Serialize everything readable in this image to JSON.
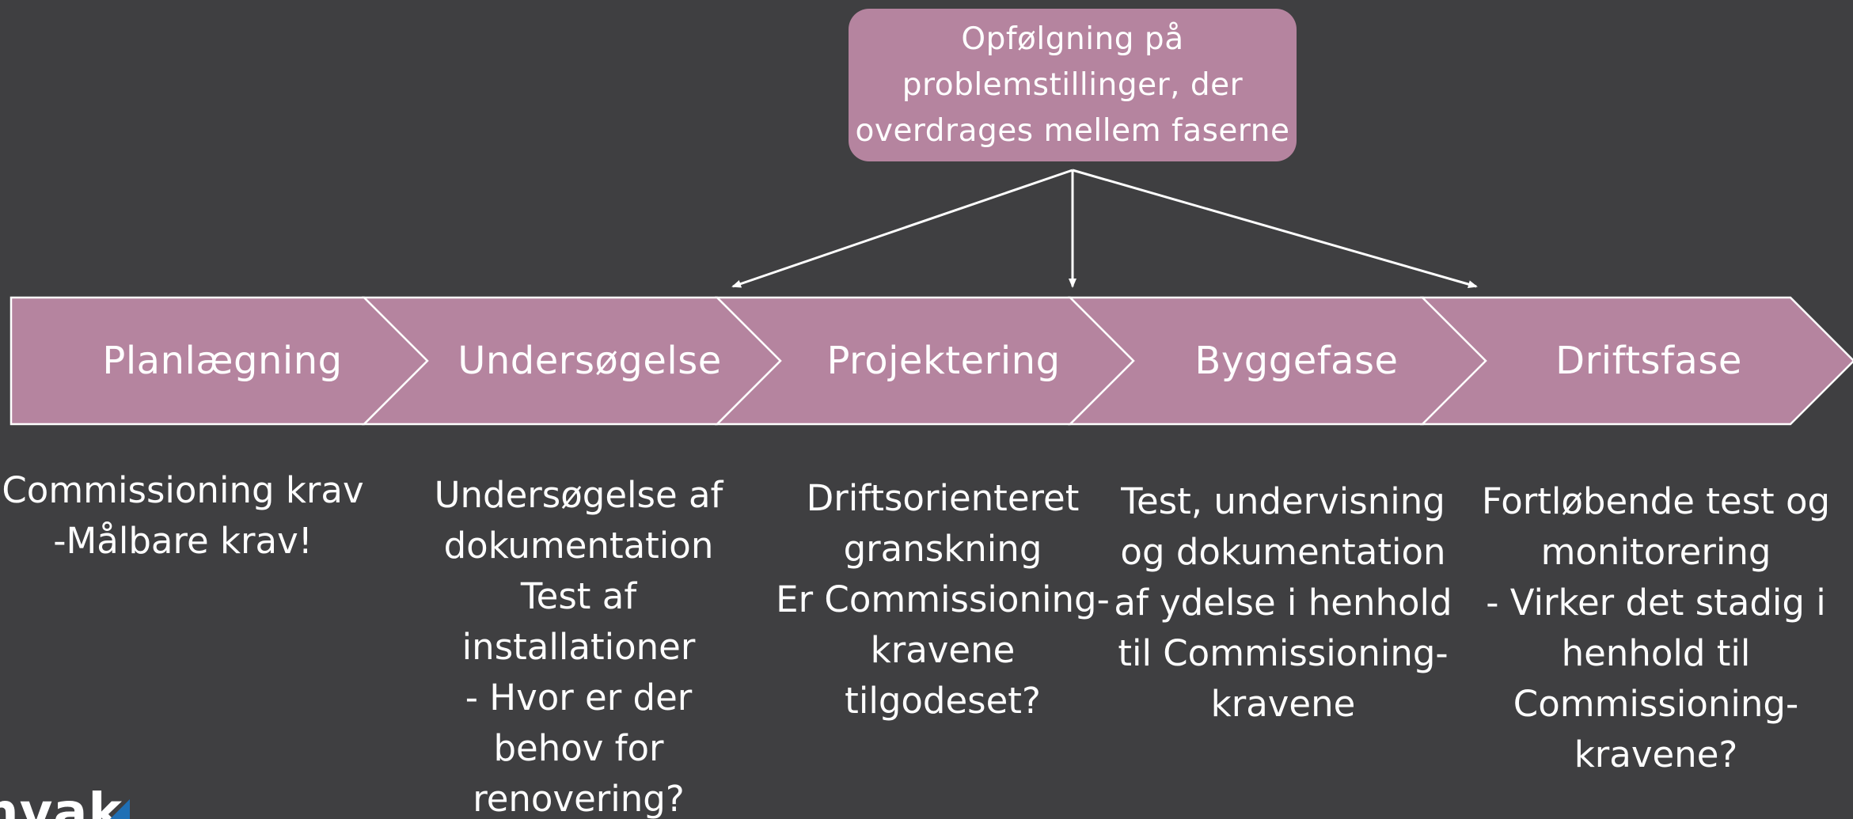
{
  "colors": {
    "background": "#3f3f41",
    "phase_fill": "#b5849f",
    "line": "#ffffff",
    "logo_accent": "#1f6fb5"
  },
  "top_box": {
    "text": "Opfølgning på\nproblemstillinger, der\noverdrages mellem faserne"
  },
  "phases": [
    {
      "label": "Planlægning"
    },
    {
      "label": "Undersøgelse"
    },
    {
      "label": "Projektering"
    },
    {
      "label": "Byggefase"
    },
    {
      "label": "Driftsfase"
    }
  ],
  "descriptions": [
    "Commissioning krav\n-Målbare krav!",
    "Undersøgelse af\ndokumentation\nTest af\ninstallationer\n- Hvor er der\nbehov for\nrenovering?",
    "Driftsorienteret\ngranskning\nEr Commissioning-\nkravene\ntilgodeset?",
    "Test, undervisning\nog dokumentation\naf ydelse i henhold\ntil Commissioning-\nkravene",
    "Fortløbende test og\nmonitorering\n- Virker det stadig i\nhenhold til\nCommissioning-\nkravene?"
  ],
  "logo": {
    "text": "nvak"
  }
}
